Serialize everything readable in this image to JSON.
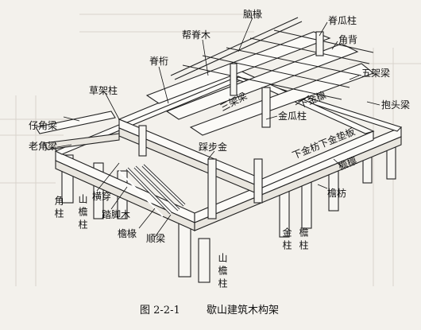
{
  "figure": {
    "caption_number": "图 2-2-1",
    "caption_title": "歇山建筑木构架"
  },
  "labels": {
    "nao_chuan": "脑椽",
    "bang_ji_mu": "帮脊木",
    "ji_gua_zhu": "脊瓜柱",
    "jiao_bei": "角背",
    "ji_heng": "脊桁",
    "wu_jia_liang": "五架梁",
    "cao_jia_zhu": "草架柱",
    "san_jia_liang": "三架梁",
    "xia_jin_lin": "下金檩",
    "bao_tou_liang": "抱头梁",
    "zai_jiao_liang": "仔角梁",
    "jin_gua_zhu": "金瓜柱",
    "xia_jin_fang_xia_jin_dian_ban": "下金枋下金垫板",
    "lao_jiao_liang": "老角梁",
    "cai_bu_jin": "踩步金",
    "yan_lin": "檐檩",
    "heng_chuan": "横穿",
    "yan_fang": "檐枋",
    "jiao_zhu": "角柱",
    "shan_yan_zhu_left": "山檐柱",
    "ta_jiao_mu": "踏脚木",
    "yan_chuan": "檐椽",
    "shun_liang": "顺梁",
    "jin_zhu": "金柱",
    "yan_zhu": "檐柱",
    "shan_yan_zhu_front": "山檐柱"
  }
}
